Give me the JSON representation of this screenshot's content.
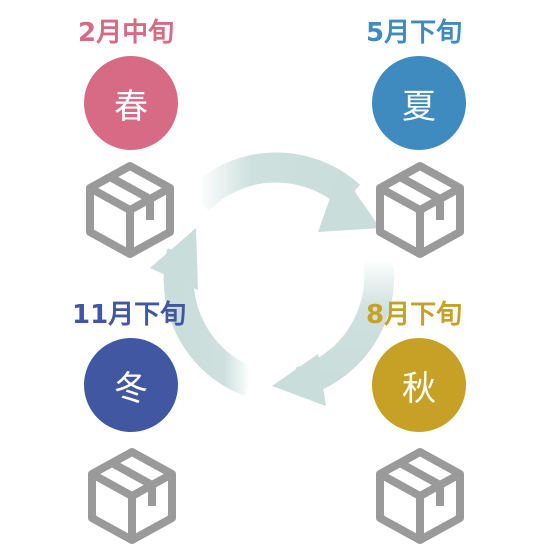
{
  "colors": {
    "spring": "#d76a85",
    "summer": "#3f8bbf",
    "autumn": "#c7a026",
    "winter": "#4257a2",
    "arrow": "#c9ddda",
    "box_stroke": "#9a9a9a"
  },
  "seasons": [
    {
      "id": "spring",
      "date": "2月中旬",
      "label": "春"
    },
    {
      "id": "summer",
      "date": "5月下旬",
      "label": "夏"
    },
    {
      "id": "autumn",
      "date": "8月下旬",
      "label": "秋"
    },
    {
      "id": "winter",
      "date": "11月下旬",
      "label": "冬"
    }
  ],
  "icons": {
    "box": "package-box-icon",
    "cycle": "cycle-arrows-icon"
  }
}
